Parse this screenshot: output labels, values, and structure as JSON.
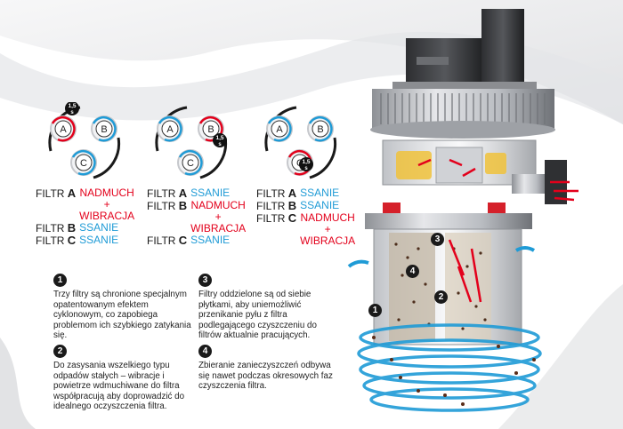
{
  "filter_diagrams": [
    {
      "circles": [
        "A",
        "B",
        "C"
      ],
      "timer": {
        "value": "1,5",
        "unit": "s"
      },
      "lines": [
        {
          "filter": "A",
          "actions": [
            "NADMUCH",
            "+",
            "WIBRACJA"
          ],
          "colors": "red"
        },
        {
          "filter": "B",
          "actions": [
            "SSANIE"
          ],
          "colors": "blue"
        },
        {
          "filter": "C",
          "actions": [
            "SSANIE"
          ],
          "colors": "blue"
        }
      ]
    },
    {
      "circles": [
        "A",
        "B",
        "C"
      ],
      "timer": {
        "value": "1,5",
        "unit": "s"
      },
      "lines": [
        {
          "filter": "A",
          "actions": [
            "SSANIE"
          ],
          "colors": "blue"
        },
        {
          "filter": "B",
          "actions": [
            "NADMUCH",
            "+",
            "WIBRACJA"
          ],
          "colors": "red"
        },
        {
          "filter": "C",
          "actions": [
            "SSANIE"
          ],
          "colors": "blue"
        }
      ]
    },
    {
      "circles": [
        "A",
        "B",
        "C"
      ],
      "timer": {
        "value": "1,5",
        "unit": "s"
      },
      "lines": [
        {
          "filter": "A",
          "actions": [
            "SSANIE"
          ],
          "colors": "blue"
        },
        {
          "filter": "B",
          "actions": [
            "SSANIE"
          ],
          "colors": "blue"
        },
        {
          "filter": "C",
          "actions": [
            "NADMUCH",
            "+",
            "WIBRACJA"
          ],
          "colors": "red"
        }
      ]
    }
  ],
  "filter_label_prefix": "FILTR",
  "notes": [
    {
      "num": "1",
      "text": "Trzy filtry są chronione specjalnym opatentowanym efektem cyklonowym, co zapobiega problemom ich szybkiego zatykania się."
    },
    {
      "num": "2",
      "text": "Do zasysania wszelkiego typu odpadów stałych – wibracje i powietrze wdmuchiwane do filtra współpracują aby doprowadzić do idealnego oczyszczenia filtra."
    },
    {
      "num": "3",
      "text": "Filtry oddzielone są od siebie płytkami, aby uniemożliwić przenikanie pyłu z filtra podlegającego czyszczeniu do filtrów aktualnie pracujących."
    },
    {
      "num": "4",
      "text": "Zbieranie zanieczyszczeń odbywa się nawet podczas okresowych faz czyszczenia filtra."
    }
  ],
  "machine_markers": [
    "1",
    "2",
    "3",
    "4"
  ],
  "colors": {
    "red": "#e3001b",
    "blue": "#1f9bd6",
    "dark": "#1a1a1a"
  }
}
